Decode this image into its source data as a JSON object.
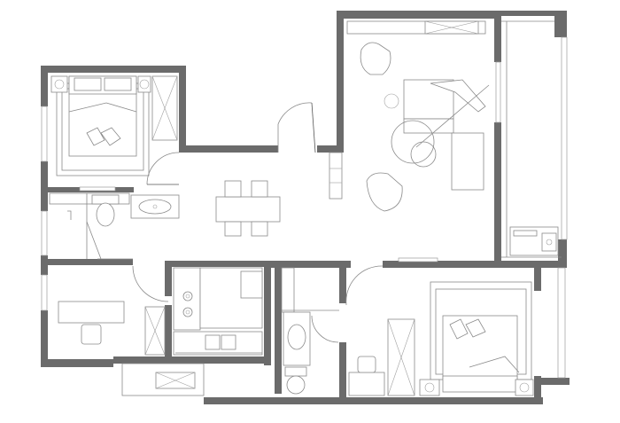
{
  "diagram": {
    "type": "floor-plan",
    "colors": {
      "wall": "#6b6b6b",
      "line": "#8a8a8a",
      "background": "#ffffff"
    },
    "rooms": [
      {
        "id": "bedroom-northwest",
        "kind": "bedroom"
      },
      {
        "id": "bathroom-west",
        "kind": "bathroom"
      },
      {
        "id": "study-southwest",
        "kind": "study"
      },
      {
        "id": "dining",
        "kind": "dining-area"
      },
      {
        "id": "living-room",
        "kind": "living-room"
      },
      {
        "id": "balcony-east",
        "kind": "balcony"
      },
      {
        "id": "kitchen",
        "kind": "kitchen"
      },
      {
        "id": "bathroom-center",
        "kind": "bathroom"
      },
      {
        "id": "bedroom-southeast",
        "kind": "master-bedroom"
      },
      {
        "id": "balcony-south",
        "kind": "balcony"
      }
    ]
  }
}
